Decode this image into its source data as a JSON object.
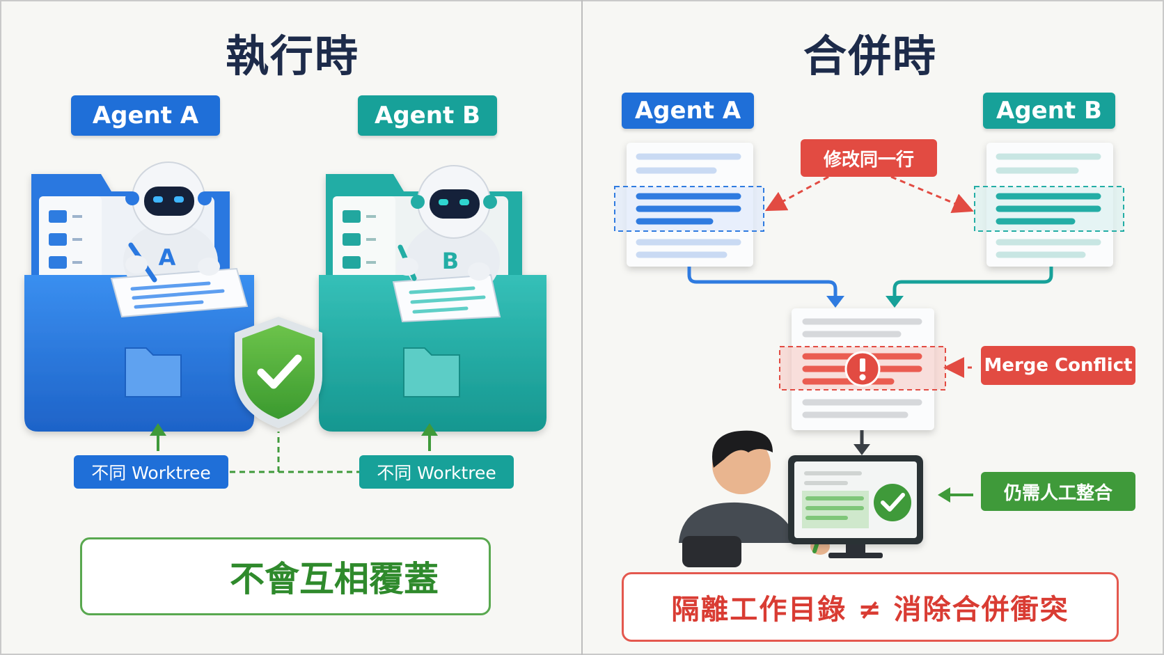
{
  "left": {
    "title": "執行時",
    "agent_a": "Agent A",
    "agent_b": "Agent B",
    "robot_a_letter": "A",
    "robot_b_letter": "B",
    "worktree_a": "不同 Worktree",
    "worktree_b": "不同 Worktree",
    "result": "不會互相覆蓋"
  },
  "right": {
    "title": "合併時",
    "agent_a": "Agent A",
    "agent_b": "Agent B",
    "same_line_tag": "修改同一行",
    "merge_conflict_tag": "Merge Conflict",
    "manual_tag": "仍需人工整合",
    "conclusion": "隔離工作目錄 ≠ 消除合併衝突"
  },
  "colors": {
    "blue": "#1f6fd8",
    "teal": "#17a199",
    "red": "#e24b42",
    "green": "#3f9a3a",
    "title": "#1d2b4a"
  }
}
